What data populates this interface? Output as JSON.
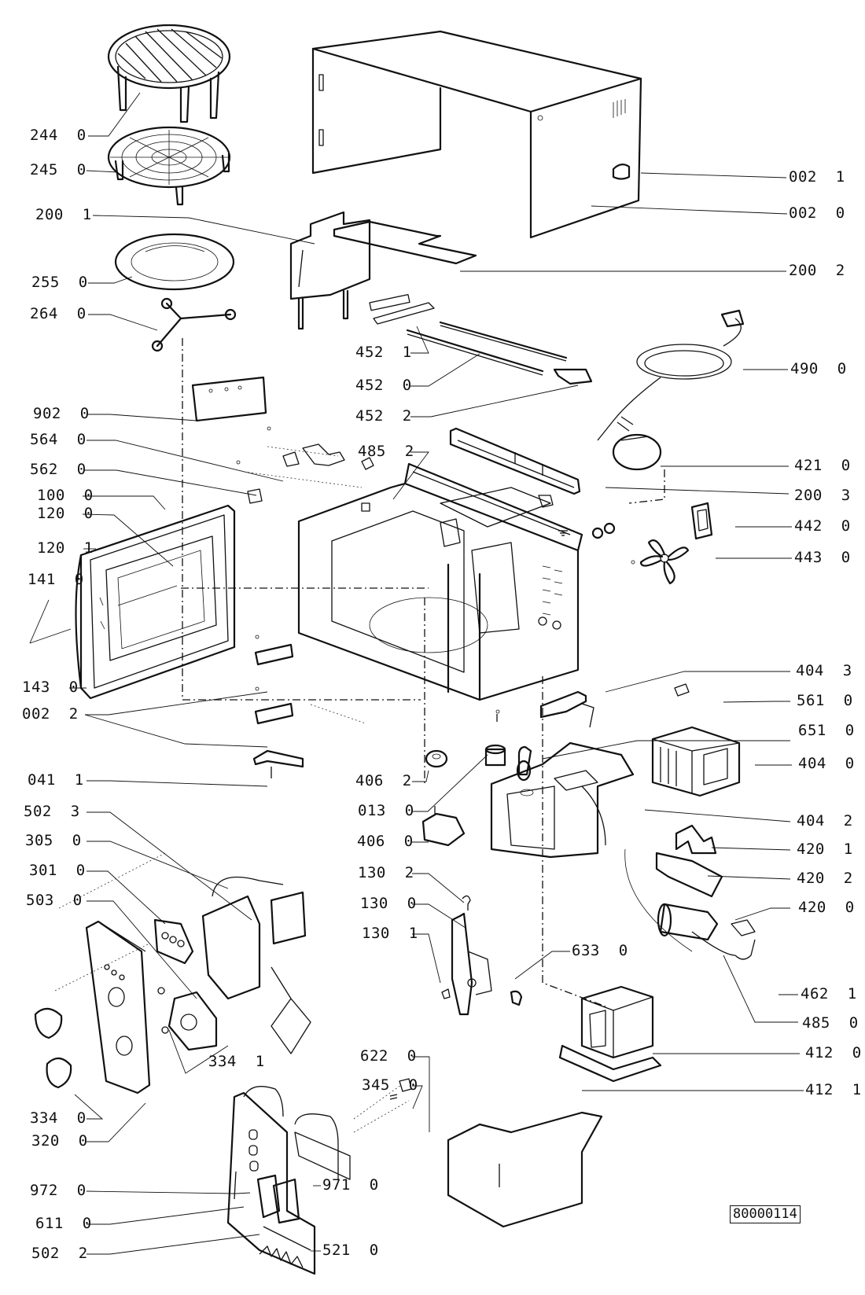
{
  "diagram": {
    "title": "Microwave oven exploded parts view",
    "drawing_reference": "80000114",
    "labels": [
      {
        "id": "lbl-244-0",
        "text": "244  0"
      },
      {
        "id": "lbl-245-0",
        "text": "245  0"
      },
      {
        "id": "lbl-200-1",
        "text": "200  1"
      },
      {
        "id": "lbl-255-0",
        "text": "255  0"
      },
      {
        "id": "lbl-264-0",
        "text": "264  0"
      },
      {
        "id": "lbl-902-0",
        "text": "902  0"
      },
      {
        "id": "lbl-564-0",
        "text": "564  0"
      },
      {
        "id": "lbl-562-0",
        "text": "562  0"
      },
      {
        "id": "lbl-100-0",
        "text": "100  0"
      },
      {
        "id": "lbl-120-0",
        "text": "120  0"
      },
      {
        "id": "lbl-120-1",
        "text": "120  1"
      },
      {
        "id": "lbl-141-0",
        "text": "141  0"
      },
      {
        "id": "lbl-143-0",
        "text": "143  0"
      },
      {
        "id": "lbl-002-2",
        "text": "002  2"
      },
      {
        "id": "lbl-041-1",
        "text": "041  1"
      },
      {
        "id": "lbl-502-3",
        "text": "502  3"
      },
      {
        "id": "lbl-305-0",
        "text": "305  0"
      },
      {
        "id": "lbl-301-0",
        "text": "301  0"
      },
      {
        "id": "lbl-503-0",
        "text": "503  0"
      },
      {
        "id": "lbl-334-1",
        "text": "334  1"
      },
      {
        "id": "lbl-334-0",
        "text": "334  0"
      },
      {
        "id": "lbl-320-0",
        "text": "320  0"
      },
      {
        "id": "lbl-972-0",
        "text": "972  0"
      },
      {
        "id": "lbl-611-0",
        "text": "611  0"
      },
      {
        "id": "lbl-502-2",
        "text": "502  2"
      },
      {
        "id": "lbl-452-1",
        "text": "452  1"
      },
      {
        "id": "lbl-452-0",
        "text": "452  0"
      },
      {
        "id": "lbl-452-2",
        "text": "452  2"
      },
      {
        "id": "lbl-485-2",
        "text": "485  2"
      },
      {
        "id": "lbl-406-2",
        "text": "406  2"
      },
      {
        "id": "lbl-013-0",
        "text": "013  0"
      },
      {
        "id": "lbl-406-0",
        "text": "406  0"
      },
      {
        "id": "lbl-130-2",
        "text": "130  2"
      },
      {
        "id": "lbl-130-0",
        "text": "130  0"
      },
      {
        "id": "lbl-130-1",
        "text": "130  1"
      },
      {
        "id": "lbl-633-0",
        "text": "633  0"
      },
      {
        "id": "lbl-622-0",
        "text": "622  0"
      },
      {
        "id": "lbl-345-0",
        "text": "345  0"
      },
      {
        "id": "lbl-971-0",
        "text": "971  0"
      },
      {
        "id": "lbl-521-0",
        "text": "521  0"
      },
      {
        "id": "lbl-002-1",
        "text": "002  1"
      },
      {
        "id": "lbl-002-0",
        "text": "002  0"
      },
      {
        "id": "lbl-200-2",
        "text": "200  2"
      },
      {
        "id": "lbl-490-0",
        "text": "490  0"
      },
      {
        "id": "lbl-421-0",
        "text": "421  0"
      },
      {
        "id": "lbl-200-3",
        "text": "200  3"
      },
      {
        "id": "lbl-442-0",
        "text": "442  0"
      },
      {
        "id": "lbl-443-0",
        "text": "443  0"
      },
      {
        "id": "lbl-404-3",
        "text": "404  3"
      },
      {
        "id": "lbl-561-0",
        "text": "561  0"
      },
      {
        "id": "lbl-651-0",
        "text": "651  0"
      },
      {
        "id": "lbl-404-0",
        "text": "404  0"
      },
      {
        "id": "lbl-404-2",
        "text": "404  2"
      },
      {
        "id": "lbl-420-1",
        "text": "420  1"
      },
      {
        "id": "lbl-420-2",
        "text": "420  2"
      },
      {
        "id": "lbl-420-0",
        "text": "420  0"
      },
      {
        "id": "lbl-462-1",
        "text": "462  1"
      },
      {
        "id": "lbl-485-0",
        "text": "485  0"
      },
      {
        "id": "lbl-412-0",
        "text": "412  0"
      },
      {
        "id": "lbl-412-1",
        "text": "412  1"
      }
    ]
  }
}
